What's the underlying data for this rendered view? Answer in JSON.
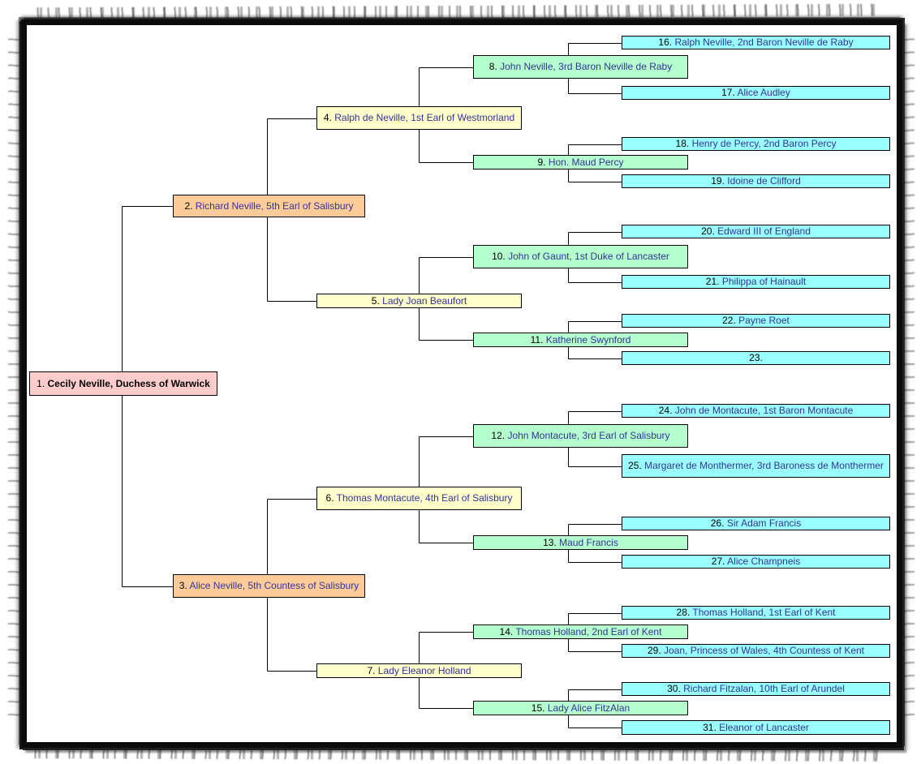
{
  "chart": {
    "kind": "ancestor-pedigree-tree",
    "root_person": "Cecily Neville, Duchess of Warwick"
  },
  "palette": {
    "gen1_fill": "#FFCCCC",
    "gen2_fill": "#FFCC99",
    "gen3_fill": "#FFFFCC",
    "gen4_fill": "#B4FFCD",
    "gen5_fill": "#99FFFF",
    "box_border": "#000000",
    "number_color": "#000000",
    "name_color": "#333399",
    "root_name_color": "#000000",
    "line_color": "#000000",
    "frame_color": "#0b0b0b",
    "page_background": "#FFFFFF"
  },
  "persons": [
    {
      "id": 1,
      "num": "1.",
      "name": "Cecily Neville, Duchess of Warwick",
      "bold": true
    },
    {
      "id": 2,
      "num": "2.",
      "name": "Richard Neville, 5th Earl of Salisbury"
    },
    {
      "id": 3,
      "num": "3.",
      "name": "Alice Neville, 5th Countess of Salisbury"
    },
    {
      "id": 4,
      "num": "4.",
      "name": "Ralph de Neville, 1st Earl of Westmorland"
    },
    {
      "id": 5,
      "num": "5.",
      "name": "Lady Joan Beaufort"
    },
    {
      "id": 6,
      "num": "6.",
      "name": "Thomas Montacute, 4th Earl of Salisbury"
    },
    {
      "id": 7,
      "num": "7.",
      "name": "Lady Eleanor Holland"
    },
    {
      "id": 8,
      "num": "8.",
      "name": "John Neville, 3rd Baron Neville de Raby"
    },
    {
      "id": 9,
      "num": "9.",
      "name": "Hon. Maud Percy"
    },
    {
      "id": 10,
      "num": "10.",
      "name": "John of Gaunt, 1st Duke of Lancaster"
    },
    {
      "id": 11,
      "num": "11.",
      "name": "Katherine Swynford"
    },
    {
      "id": 12,
      "num": "12.",
      "name": "John Montacute, 3rd Earl of Salisbury"
    },
    {
      "id": 13,
      "num": "13.",
      "name": "Maud Francis"
    },
    {
      "id": 14,
      "num": "14.",
      "name": "Thomas Holland, 2nd Earl of Kent"
    },
    {
      "id": 15,
      "num": "15.",
      "name": "Lady Alice FitzAlan"
    },
    {
      "id": 16,
      "num": "16.",
      "name": "Ralph Neville, 2nd Baron Neville de Raby"
    },
    {
      "id": 17,
      "num": "17.",
      "name": "Alice Audley"
    },
    {
      "id": 18,
      "num": "18.",
      "name": "Henry de Percy, 2nd Baron Percy"
    },
    {
      "id": 19,
      "num": "19.",
      "name": "Idoine de Clifford"
    },
    {
      "id": 20,
      "num": "20.",
      "name": "Edward III of England"
    },
    {
      "id": 21,
      "num": "21.",
      "name": "Philippa of Hainault"
    },
    {
      "id": 22,
      "num": "22.",
      "name": "Payne Roet"
    },
    {
      "id": 23,
      "num": "23.",
      "name": ""
    },
    {
      "id": 24,
      "num": "24.",
      "name": "John de Montacute, 1st Baron Montacute"
    },
    {
      "id": 25,
      "num": "25.",
      "name": "Margaret de Monthermer, 3rd Baroness de Monthermer"
    },
    {
      "id": 26,
      "num": "26.",
      "name": "Sir Adam Francis"
    },
    {
      "id": 27,
      "num": "27.",
      "name": "Alice Champneis"
    },
    {
      "id": 28,
      "num": "28.",
      "name": "Thomas Holland, 1st Earl of Kent"
    },
    {
      "id": 29,
      "num": "29.",
      "name": "Joan, Princess of Wales, 4th Countess of Kent"
    },
    {
      "id": 30,
      "num": "30.",
      "name": "Richard Fitzalan, 10th Earl of Arundel"
    },
    {
      "id": 31,
      "num": "31.",
      "name": "Eleanor of Lancaster"
    }
  ]
}
